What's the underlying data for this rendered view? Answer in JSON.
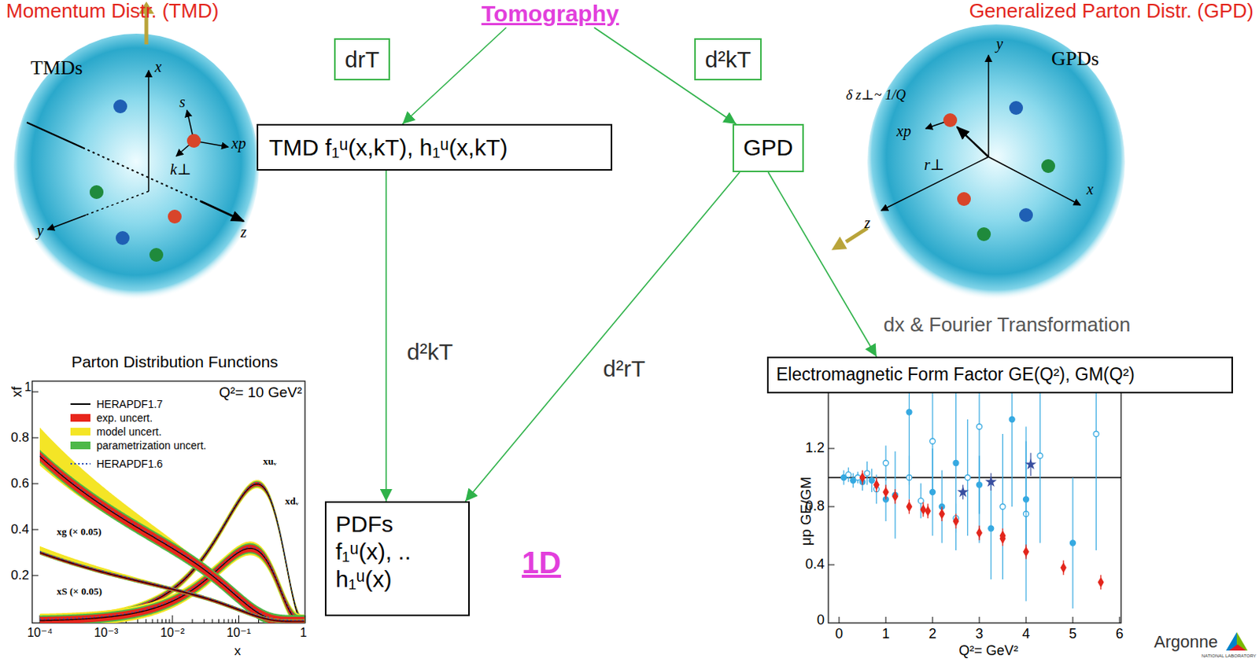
{
  "diagram": {
    "nodes": [
      {
        "text": [
          "Tomography"
        ]
      },
      {
        "text": [
          "TMD f₁ᵘ(x,kT), h₁ᵘ(x,kT)"
        ]
      },
      {
        "text": [
          "GPD"
        ]
      },
      {
        "text": [
          "PDFs",
          "f₁ᵘ(x), ..",
          "h₁ᵘ(x)"
        ]
      },
      {
        "text": [
          "Electromagnetic Form Factor GE(Q²), GM(Q²)"
        ]
      }
    ],
    "edges": [
      {
        "from": 0,
        "to": 1,
        "arrow": "to",
        "label": "drT"
      },
      {
        "from": 0,
        "to": 2,
        "arrow": "to",
        "label": "d²kT"
      },
      {
        "from": 1,
        "to": 3,
        "arrow": "to",
        "label": "d²kT"
      },
      {
        "from": 2,
        "to": 3,
        "arrow": "to",
        "label": "d²rT"
      },
      {
        "from": 2,
        "to": 4,
        "arrow": "to",
        "label": "dx & Fourier Transformation"
      }
    ],
    "labels": [
      "Momentum Distr. (TMD)",
      "Generalized Parton Distr. (GPD)",
      "1D",
      "TMDs",
      "x",
      "s",
      "k⊥",
      "xp",
      "z",
      "y",
      "GPDs",
      "y",
      "δ z⊥~ 1/Q",
      "xp",
      "r⊥",
      "z",
      "x",
      "Parton Distribution Functions",
      "Q²= 10 GeV²",
      "xf",
      "1",
      "0.8",
      "0.6",
      "0.4",
      "0.2",
      "xuᵥ",
      "xdᵥ",
      "xg (× 0.05)",
      "xS (× 0.05)",
      "10⁻⁴",
      "10⁻³",
      "10⁻²",
      "10⁻¹",
      "1",
      "x",
      "μp GE/GM",
      "1.2",
      "0.8",
      "0.4",
      "0",
      "0",
      "1",
      "2",
      "3",
      "4",
      "5",
      "6",
      "Q²= GeV²",
      "Argonne",
      "NATIONAL LABORATORY"
    ],
    "legend": [
      {
        "text": "HERAPDF1.7"
      },
      {
        "text": "exp. uncert.",
        "color": "#e8261c"
      },
      {
        "text": "model uncert.",
        "color": "#f4e526"
      },
      {
        "text": "parametrization uncert.",
        "color": "#4db848"
      },
      {
        "text": "HERAPDF1.6"
      }
    ]
  }
}
